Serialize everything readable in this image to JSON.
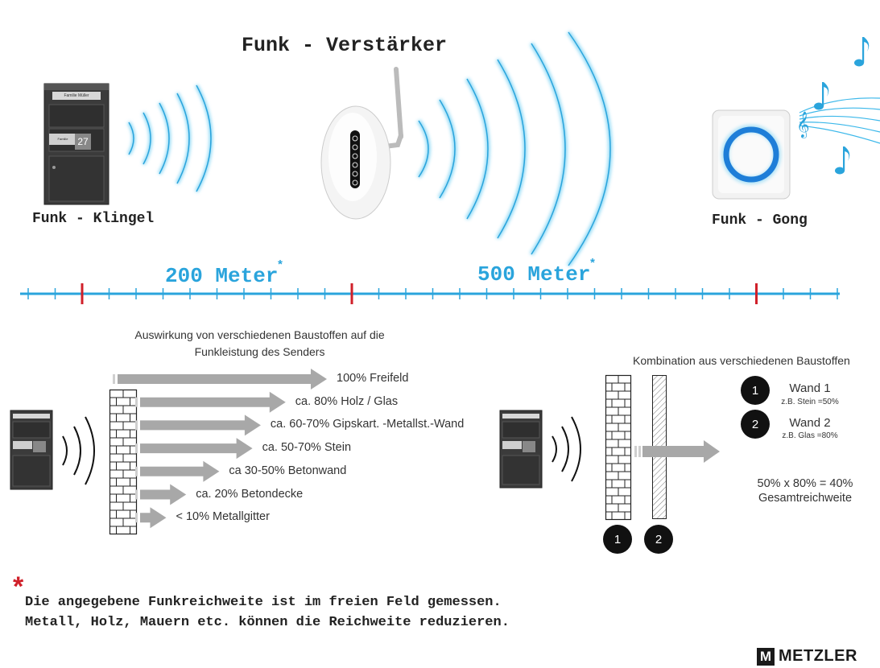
{
  "header": {
    "amplifier_title": "Funk - Verstärker",
    "bell_label": "Funk - Klingel",
    "gong_label": "Funk - Gong"
  },
  "bell_device": {
    "house_number": "27",
    "name_plate": "Familie Mustermann",
    "top_plate": "Familie Müller"
  },
  "scale": {
    "dist1_value": "200 Meter",
    "dist2_value": "500 Meter",
    "asterisk": "*",
    "ticks": 31,
    "red_tick_indices": [
      2,
      12,
      27
    ]
  },
  "materials": {
    "heading_line1": "Auswirkung von verschiedenen Baustoffen auf die",
    "heading_line2": "Funkleistung des Senders",
    "rows": [
      {
        "label": "100% Freifeld",
        "percent": 100
      },
      {
        "label": "ca. 80% Holz / Glas",
        "percent": 80
      },
      {
        "label": "ca. 60-70% Gipskart. -Metallst.-Wand",
        "percent": 65
      },
      {
        "label": "ca. 50-70% Stein",
        "percent": 60
      },
      {
        "label": "ca 30-50% Betonwand",
        "percent": 40
      },
      {
        "label": "ca. 20% Betondecke",
        "percent": 20
      },
      {
        "label": "< 10% Metallgitter",
        "percent": 8
      }
    ]
  },
  "combination": {
    "heading": "Kombination aus verschiedenen Baustoffen",
    "wall1_num": "1",
    "wall1_title": "Wand 1",
    "wall1_example": "z.B. Stein =50%",
    "wall2_num": "2",
    "wall2_title": "Wand 2",
    "wall2_example": "z.B. Glas =80%",
    "result_line1": "50% x 80% = 40%",
    "result_line2": "Gesamtreichweite",
    "marker1": "1",
    "marker2": "2"
  },
  "footnote": {
    "asterisk": "*",
    "line1": "Die angegebene Funkreichweite ist im freien Feld gemessen.",
    "line2": "Metall, Holz, Mauern etc. können die Reichweite reduzieren."
  },
  "brand": {
    "logo_letter": "M",
    "name": "METZLER"
  },
  "colors": {
    "accent_blue": "#2aa4dc",
    "tick_red": "#d0202a",
    "arrow_gray": "#a8a8a8",
    "device_dark": "#3a3a3a"
  }
}
